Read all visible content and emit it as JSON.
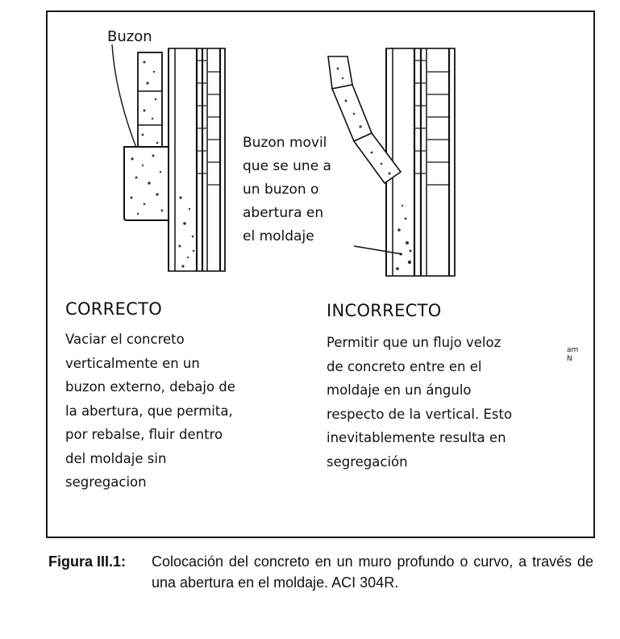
{
  "figure": {
    "labels": {
      "chute": "Buzon",
      "movable_chute": "Buzon movil\nque se une a\nun buzon o\nabertura en\nel moldaje"
    },
    "correct": {
      "heading": "CORRECTO",
      "text": "Vaciar el concreto\nverticalmente en un\nbuzon externo, debajo de\nla abertura, que permita,\npor rebalse, fluir dentro\ndel moldaje sin\nsegregacion"
    },
    "incorrect": {
      "heading": "INCORRECTO",
      "text": "Permitir que un flujo veloz\nde concreto entre en el\nmoldaje en un ángulo\nrespecto de la vertical. Esto\ninevitablemente resulta en\nsegregación"
    },
    "stray_mark": "am\nN"
  },
  "caption": {
    "label": "Figura III.1:",
    "text": "Colocación del concreto en un muro profundo o curvo, a través de una abertura en el moldaje. ACI 304R."
  },
  "colors": {
    "ink": "#111111",
    "border": "#1a1a1a",
    "background": "#ffffff"
  }
}
